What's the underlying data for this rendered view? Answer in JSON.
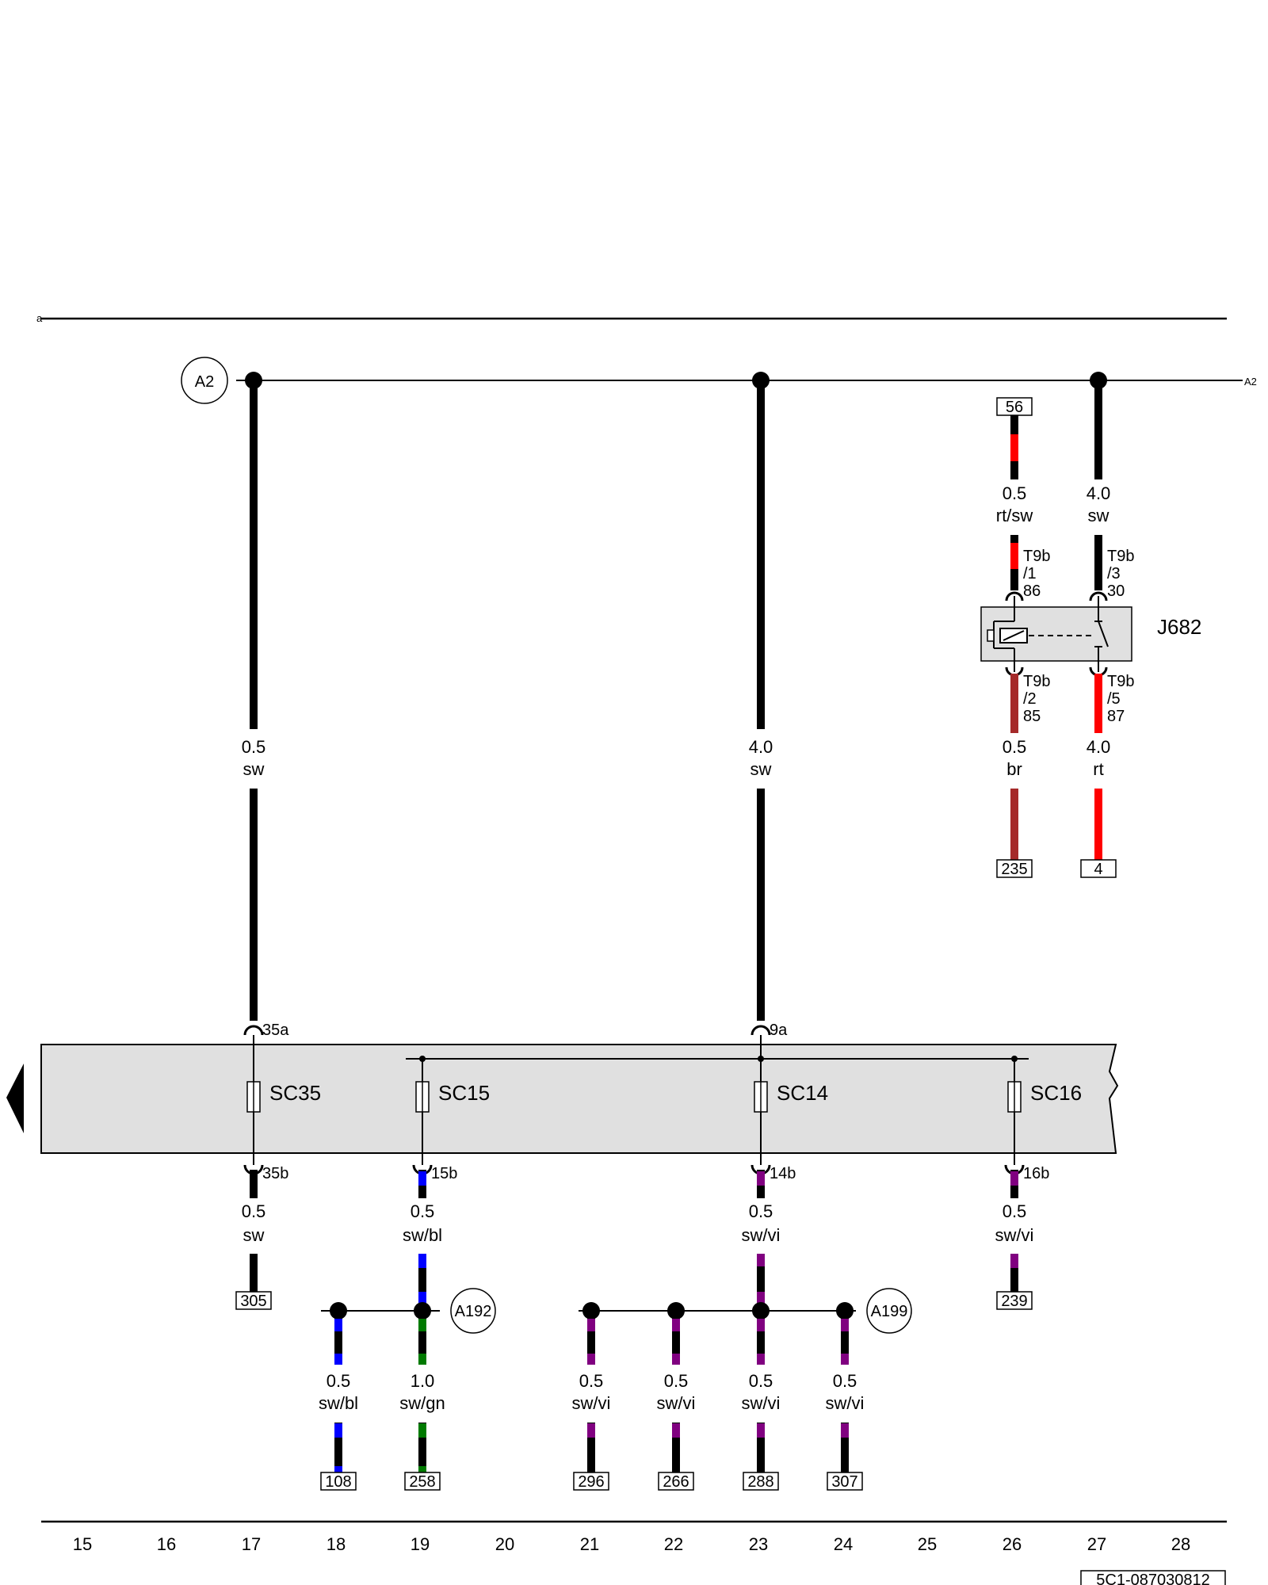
{
  "top_rail": {
    "left_label": "a"
  },
  "bus": {
    "circle_label": "A2",
    "right_label": "A2"
  },
  "connector_boxes": [
    "56",
    "235",
    "4",
    "305",
    "108",
    "258",
    "296",
    "266",
    "288",
    "307",
    "239"
  ],
  "wires": [
    {
      "id": "w17_top",
      "size": "0.5",
      "color": "sw"
    },
    {
      "id": "w23_top",
      "size": "4.0",
      "color": "sw"
    },
    {
      "id": "w26_top",
      "size": "0.5",
      "color": "rt/sw"
    },
    {
      "id": "w27_top",
      "size": "4.0",
      "color": "sw"
    },
    {
      "id": "w26_mid",
      "size": "0.5",
      "color": "br"
    },
    {
      "id": "w27_mid",
      "size": "4.0",
      "color": "rt"
    },
    {
      "id": "w17_bot",
      "size": "0.5",
      "color": "sw"
    },
    {
      "id": "w19_bot",
      "size": "0.5",
      "color": "sw/bl"
    },
    {
      "id": "w23_bot",
      "size": "0.5",
      "color": "sw/vi"
    },
    {
      "id": "w26_bot",
      "size": "0.5",
      "color": "sw/vi"
    },
    {
      "id": "w18_low",
      "size": "0.5",
      "color": "sw/bl"
    },
    {
      "id": "w19_low",
      "size": "1.0",
      "color": "sw/gn"
    },
    {
      "id": "w21_low",
      "size": "0.5",
      "color": "sw/vi"
    },
    {
      "id": "w22_low",
      "size": "0.5",
      "color": "sw/vi"
    },
    {
      "id": "w23_low",
      "size": "0.5",
      "color": "sw/vi"
    },
    {
      "id": "w24_low",
      "size": "0.5",
      "color": "sw/vi"
    }
  ],
  "relay": {
    "label": "J682",
    "pins": [
      {
        "conn": "T9b",
        "pin": "/1",
        "term": "86"
      },
      {
        "conn": "T9b",
        "pin": "/3",
        "term": "30"
      },
      {
        "conn": "T9b",
        "pin": "/2",
        "term": "85"
      },
      {
        "conn": "T9b",
        "pin": "/5",
        "term": "87"
      }
    ]
  },
  "fuse_block": {
    "fuses": [
      {
        "name": "SC35",
        "top_pin": "35a",
        "bottom_pin": "35b"
      },
      {
        "name": "SC15",
        "top_pin": "",
        "bottom_pin": "15b"
      },
      {
        "name": "SC14",
        "top_pin": "9a",
        "bottom_pin": "14b"
      },
      {
        "name": "SC16",
        "top_pin": "",
        "bottom_pin": "16b"
      }
    ]
  },
  "splices": [
    "A192",
    "A199"
  ],
  "grid_numbers": [
    "15",
    "16",
    "17",
    "18",
    "19",
    "20",
    "21",
    "22",
    "23",
    "24",
    "25",
    "26",
    "27",
    "28"
  ],
  "doc_id": "5C1-087030812",
  "colors": {
    "sw": "#000000",
    "rt": "#ff0000",
    "br": "#a52a2a",
    "bl": "#0000ff",
    "gn": "#007a00",
    "vi": "#800080",
    "fuse_block_fill": "#e0e0e0"
  }
}
